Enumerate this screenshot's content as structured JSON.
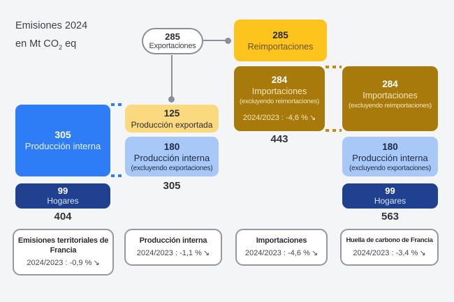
{
  "meta": {
    "title_line1": "Emisiones 2024",
    "title_line2_prefix": "en Mt CO",
    "title_line2_sub": "2",
    "title_line2_suffix": "eq"
  },
  "icons": {
    "trend_down": "↘"
  },
  "pill": {
    "value": "285",
    "label": "Exportaciones"
  },
  "boxes": {
    "reimportaciones": {
      "value": "285",
      "label": "Reimportaciones"
    },
    "produccion_interna": {
      "value": "305",
      "label": "Producción interna"
    },
    "produccion_exportada": {
      "value": "125",
      "label": "Producción exportada"
    },
    "produccion_interna_excl": {
      "value": "180",
      "label": "Producción interna",
      "sublabel": "(excluyendo exportaciones)"
    },
    "hogares_left": {
      "value": "99",
      "label": "Hogares"
    },
    "importaciones_left": {
      "value": "284",
      "label": "Importaciones",
      "sublabel": "(excluyendo reimortaciones)",
      "change": "2024/2023 : -4,6 %"
    },
    "importaciones_right": {
      "value": "284",
      "label": "Importaciones",
      "sublabel": "(excluyendo reimportaciones)"
    },
    "produccion_interna_excl_right": {
      "value": "180",
      "label": "Producción interna",
      "sublabel": "(excluyendo exportaciones)"
    },
    "hogares_right": {
      "value": "99",
      "label": "Hogares"
    }
  },
  "totals": {
    "territorial": "404",
    "produccion": "305",
    "importaciones": "443",
    "huella": "563"
  },
  "cards": [
    {
      "title": "Emisiones territoriales de Francia",
      "change": "2024/2023 : -0,9 %"
    },
    {
      "title": "Producción interna",
      "change": "2024/2023 : -1,1 %"
    },
    {
      "title": "Importaciones",
      "change": "2024/2023 : -4,6 %"
    },
    {
      "title": "Huella de carbono de Francia",
      "change": "2024/2023 : -3,4 %"
    }
  ],
  "colors": {
    "page_bg": "#f4f5f7",
    "blue": "#2e7df6",
    "light_blue": "#a8c9f7",
    "navy": "#1f418f",
    "yellow": "#fcc41d",
    "pale_yellow": "#fbd97f",
    "ochre": "#a87a0b",
    "connector_gray": "#8a8f98",
    "dash_gold": "#c28d10",
    "card_border": "#97979c",
    "text_dark": "#2b2b33",
    "text_cream": "#f5e6bd",
    "text_brown": "#6a5216"
  }
}
